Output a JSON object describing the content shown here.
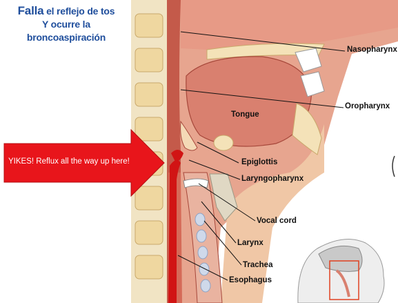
{
  "caption": {
    "line1_bold": "Falla",
    "line1_rest": " el reflejo de tos",
    "line2": "Y ocurre la",
    "line3": "broncoaspiración"
  },
  "arrow": {
    "text": "YIKES! Reflux all the way up here!",
    "color": "#e8151b"
  },
  "labels": {
    "nasopharynx": "Nasopharynx",
    "oropharynx": "Oropharynx",
    "tongue": "Tongue",
    "epiglottis": "Epiglottis",
    "laryngopharynx": "Laryngopharynx",
    "vocal_cord": "Vocal cord",
    "larynx": "Larynx",
    "trachea": "Trachea",
    "esophagus": "Esophagus"
  },
  "colors": {
    "tissue": "#d9806f",
    "bone": "#f3dfae",
    "reflux": "#d11414",
    "airway": "#b8c9de"
  }
}
